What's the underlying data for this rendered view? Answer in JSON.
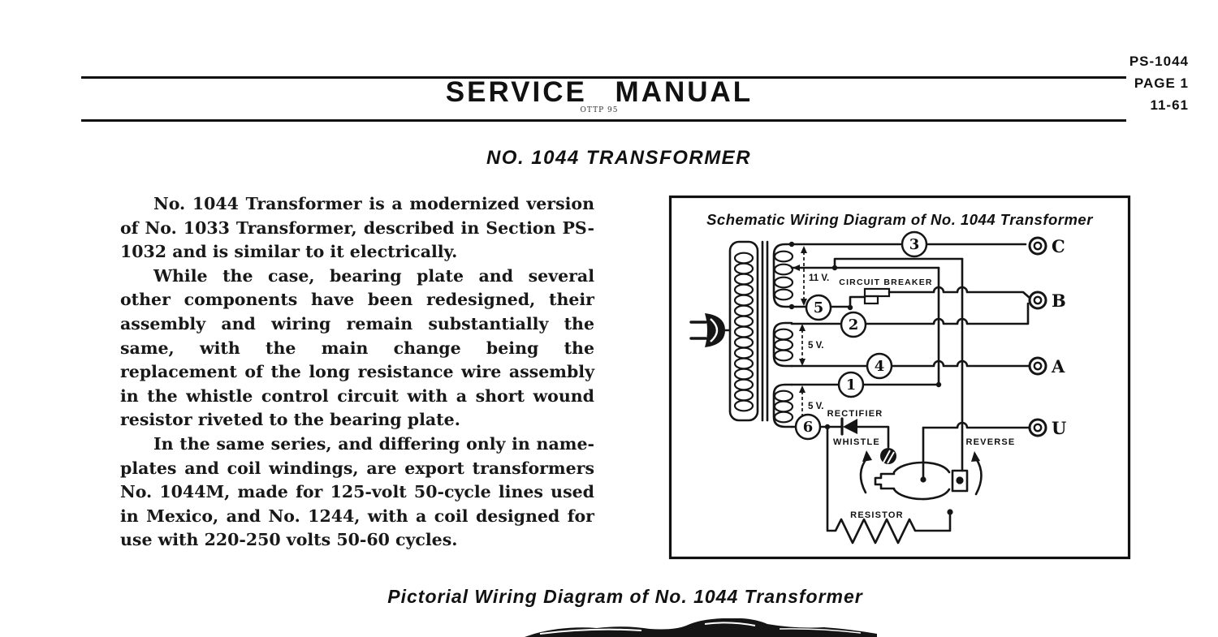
{
  "header": {
    "masthead": "SERVICE MANUAL",
    "masthead_sub": "OTTP 95",
    "doc_number": "PS-1044",
    "page_number": "PAGE 1",
    "date_code": "11-61"
  },
  "article": {
    "title": "NO. 1044 TRANSFORMER",
    "paragraphs": [
      "No. 1044 Transformer is a modernized version of No. 1033 Transformer, described in Section PS-1032 and is similar to it electrically.",
      "While the case, bearing plate and several other components have been redesigned, their assembly and wiring remain substantially the same, with the main change being the replacement of the long resistance wire assembly in the whistle control circuit with a short wound resistor riveted to the bearing plate.",
      "In the same series, and differing only in name-plates and coil windings, are export transformers No. 1044M, made for 125-volt 50-cycle lines used in Mexico, and No. 1244, with a coil designed for use with 220-250 volts 50-60 cycles."
    ]
  },
  "schematic": {
    "caption": "Schematic Wiring Diagram of No. 1044 Transformer",
    "component_labels": {
      "circuit_breaker": "CIRCUIT BREAKER",
      "rectifier": "RECTIFIER",
      "whistle": "WHISTLE",
      "reverse": "REVERSE",
      "resistor": "RESISTOR"
    },
    "winding_voltages": [
      "11 V.",
      "5 V.",
      "5 V."
    ],
    "terminals": [
      "C",
      "B",
      "A",
      "U"
    ],
    "wire_numbers": [
      "1",
      "2",
      "3",
      "4",
      "5",
      "6"
    ]
  },
  "pictorial": {
    "caption": "Pictorial Wiring Diagram of No. 1044 Transformer"
  }
}
